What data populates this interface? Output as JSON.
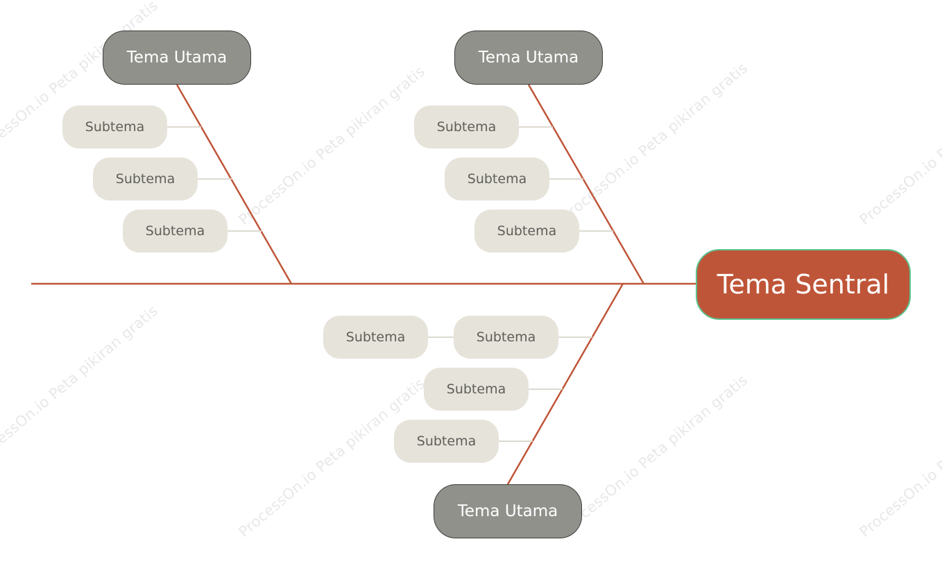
{
  "central": {
    "label": "Tema Sentral"
  },
  "branches": [
    {
      "label": "Tema Utama",
      "subtopics": [
        "Subtema",
        "Subtema",
        "Subtema"
      ]
    },
    {
      "label": "Tema Utama",
      "subtopics": [
        "Subtema",
        "Subtema",
        "Subtema"
      ]
    },
    {
      "label": "Tema Utama",
      "subtopics": [
        "Subtema",
        "Subtema",
        "Subtema"
      ],
      "extra_subtopic": "Subtema"
    }
  ],
  "watermark": "ProcessOn.io Peta pikiran gratis",
  "colors": {
    "spine": "#bf5538",
    "central_fill": "#bf5538",
    "central_border": "#5bc28e",
    "main_fill": "#90918b",
    "main_border": "#3c3c3a",
    "sub_fill": "#e6e3da",
    "sub_text": "#5e5e5a",
    "connector": "#dcd9d0",
    "watermark": "#e8e8e8"
  }
}
